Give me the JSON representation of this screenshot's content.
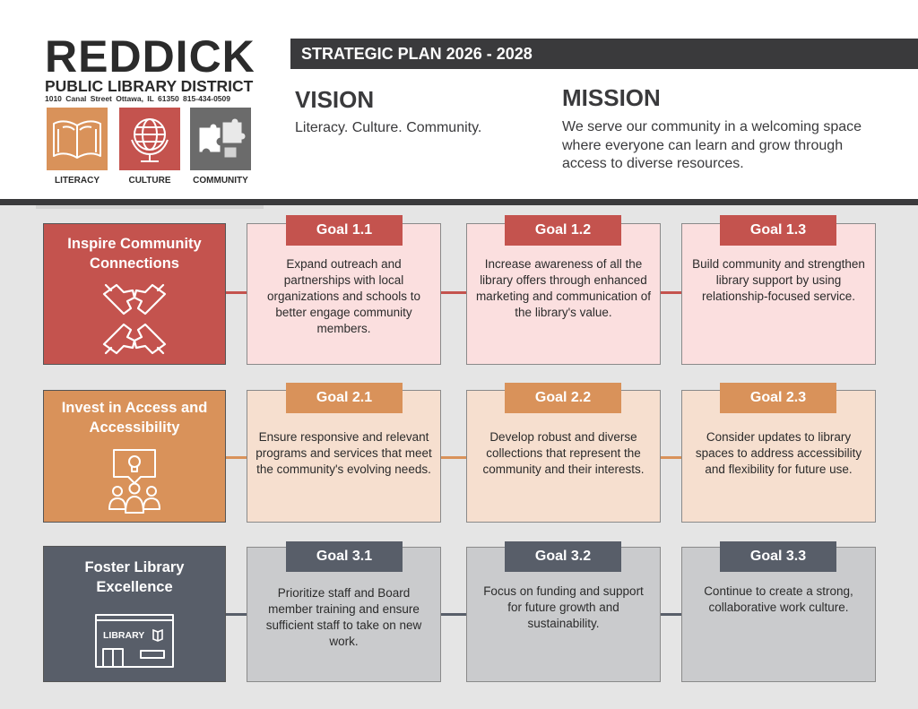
{
  "logo": {
    "title": "REDDICK",
    "subtitle": "PUBLIC LIBRARY DISTRICT",
    "address": "1010 Canal Street   Ottawa, IL 61350   815-434-0509",
    "values": [
      {
        "label": "LITERACY",
        "icon": "open-book-icon",
        "color": "#d9925a"
      },
      {
        "label": "CULTURE",
        "icon": "globe-icon",
        "color": "#c4534e"
      },
      {
        "label": "COMMUNITY",
        "icon": "puzzle-icon",
        "color": "#6b6b6b"
      }
    ]
  },
  "header": {
    "plan_title": "STRATEGIC PLAN 2026 - 2028",
    "vision_title": "VISION",
    "vision_text": "Literacy. Culture. Community.",
    "mission_title": "MISSION",
    "mission_text": "We serve our community in a welcoming space where everyone can learn and grow through access to diverse resources."
  },
  "strategies": [
    {
      "title": "Inspire Community Connections",
      "icon": "hands-together-icon",
      "color": "#c4534e",
      "goal_bg": "#fbdfdf",
      "goals": [
        {
          "label": "Goal 1.1",
          "text": "Expand outreach and partnerships with local organizations and schools to better engage community members."
        },
        {
          "label": "Goal 1.2",
          "text": "Increase awareness of all the library offers through enhanced marketing and communication of the library's value."
        },
        {
          "label": "Goal 1.3",
          "text": "Build community and strengthen library support by using relationship-focused service."
        }
      ]
    },
    {
      "title": "Invest in Access and Accessibility",
      "icon": "idea-group-icon",
      "color": "#d9925a",
      "goal_bg": "#f6dfcf",
      "goals": [
        {
          "label": "Goal 2.1",
          "text": "Ensure responsive and relevant programs and services that meet the community's evolving needs."
        },
        {
          "label": "Goal 2.2",
          "text": "Develop robust and diverse collections that represent the community and their interests."
        },
        {
          "label": "Goal 2.3",
          "text": "Consider updates to library spaces to address accessibility and flexibility for future use."
        }
      ]
    },
    {
      "title": "Foster Library Excellence",
      "icon": "library-building-icon",
      "icon_text": "LIBRARY",
      "color": "#585e69",
      "goal_bg": "#cacbcd",
      "goals": [
        {
          "label": "Goal 3.1",
          "text": "Prioritize staff and Board member training and ensure sufficient staff to take on new work."
        },
        {
          "label": "Goal 3.2",
          "text": "Focus on funding and support for future growth and sustainability."
        },
        {
          "label": "Goal 3.3",
          "text": "Continue to create a strong, collaborative work culture."
        }
      ]
    }
  ]
}
